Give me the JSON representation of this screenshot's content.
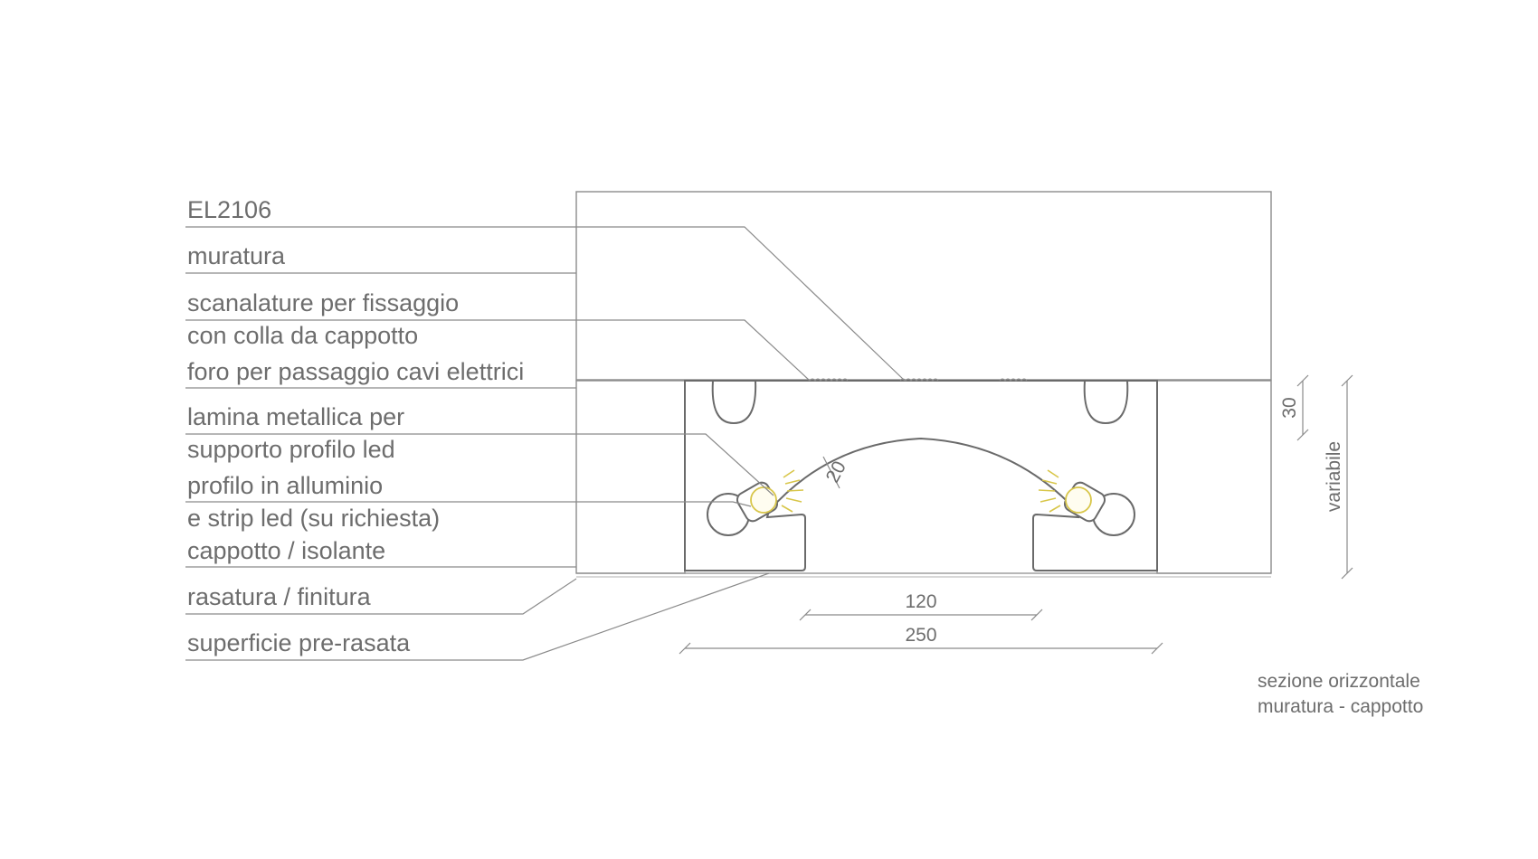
{
  "product": {
    "code": "EL2106"
  },
  "legend": {
    "muratura": "muratura",
    "scanalature_line1": "scanalature per fissaggio",
    "scanalature_line2": "con colla da cappotto",
    "foro": "foro per passaggio cavi elettrici",
    "lamina_line1": "lamina metallica per",
    "lamina_line2": "supporto profilo led",
    "profilo_line1": "profilo in alluminio",
    "profilo_line2": "e strip led (su richiesta)",
    "cappotto": "cappotto / isolante",
    "rasatura": "rasatura / finitura",
    "superficie": "superficie pre-rasata"
  },
  "dimensions": {
    "opening": "120",
    "overall": "250",
    "depth": "30",
    "radius": "20",
    "variable": "variabile"
  },
  "caption": {
    "line1": "sezione orizzontale",
    "line2": "muratura - cappotto"
  },
  "colors": {
    "text": "#6d6d6d",
    "line": "#8a8a8a",
    "profile_fill": "#e4e4e4",
    "hatch": "#9a9a9a",
    "led": "#d8c64a"
  }
}
